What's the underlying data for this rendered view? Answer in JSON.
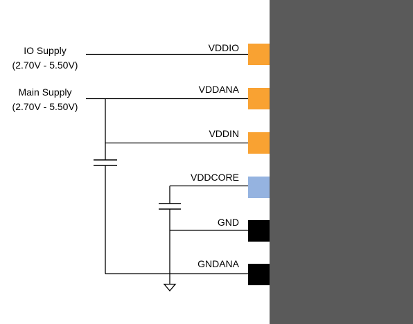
{
  "supplies": {
    "io": {
      "label": "IO Supply",
      "range": "(2.70V - 5.50V)"
    },
    "main": {
      "label": "Main Supply",
      "range": "(2.70V - 5.50V)"
    }
  },
  "pins": [
    {
      "name": "VDDIO",
      "color": "#F9A232"
    },
    {
      "name": "VDDANA",
      "color": "#F9A232"
    },
    {
      "name": "VDDIN",
      "color": "#F9A232"
    },
    {
      "name": "VDDCORE",
      "color": "#95B3E0"
    },
    {
      "name": "GND",
      "color": "#000000"
    },
    {
      "name": "GNDANA",
      "color": "#000000"
    }
  ],
  "chip": {
    "color": "#5A5A5A"
  }
}
